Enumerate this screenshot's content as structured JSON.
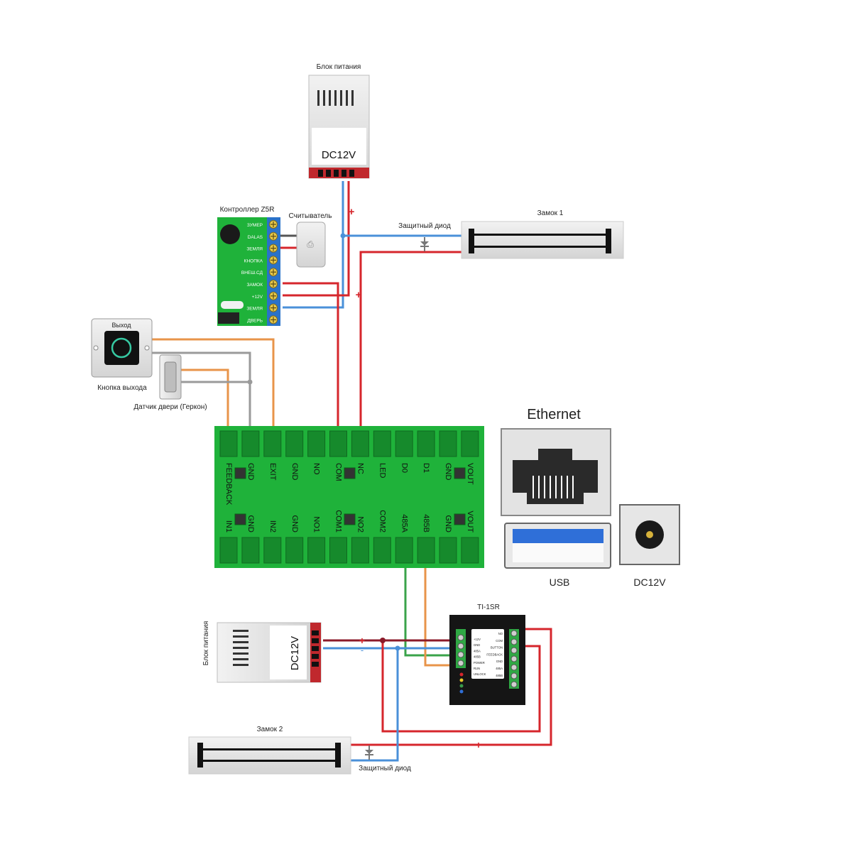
{
  "labels": {
    "psu_top": "Блок питания",
    "psu_top_voltage": "DC12V",
    "controller": "Контроллер Z5R",
    "reader": "Считыватель",
    "lock1": "Замок 1",
    "diode1": "Защитный диод",
    "exit_top": "Выход",
    "exit_button": "Кнопка выхода",
    "door_sensor": "Датчик двери (Геркон)",
    "ethernet": "Ethernet",
    "usb": "USB",
    "dc12v": "DC12V",
    "ti1sr": "TI-1SR",
    "psu_bottom": "Блок питания",
    "psu_bottom_voltage": "DC12V",
    "lock2": "Замок 2",
    "diode2": "Защитный диод"
  },
  "z5r_terminals": [
    "ЗУМЕР",
    "DALAS",
    "ЗЕМЛЯ",
    "КНОПКА",
    "ВНЕШ.СД",
    "ЗАМОК",
    "+12V",
    "ЗЕМЛЯ",
    "ДВЕРЬ"
  ],
  "board_top_pins": [
    "FEEDBACK",
    "GND",
    "EXIT",
    "GND",
    "NO",
    "COM",
    "NC",
    "LED",
    "D0",
    "D1",
    "GND",
    "VOUT"
  ],
  "board_bottom_pins": [
    "IN1",
    "GND",
    "IN2",
    "GND",
    "NO1",
    "COM1",
    "NO2",
    "COM2",
    "485A",
    "485B",
    "GND",
    "VOUT"
  ],
  "ti_left_labels": [
    "+12V",
    "GND",
    "485A",
    "485B",
    "POWER",
    "RUN",
    "UNLOCK"
  ],
  "ti_right_labels": [
    "NO",
    "COM",
    "BUTTON",
    "FEEDBACK",
    "GND",
    "485A",
    "485B"
  ],
  "polarity": {
    "plus": "+",
    "minus": "-"
  },
  "colors": {
    "wire_red": "#d6262c",
    "wire_blue": "#4a90d9",
    "wire_orange": "#e8944a",
    "wire_gray": "#9a9a9a",
    "wire_green": "#3aa34a",
    "wire_dark": "#555555",
    "board_green": "#1fb23a",
    "usb_blue": "#2f6fd8"
  }
}
